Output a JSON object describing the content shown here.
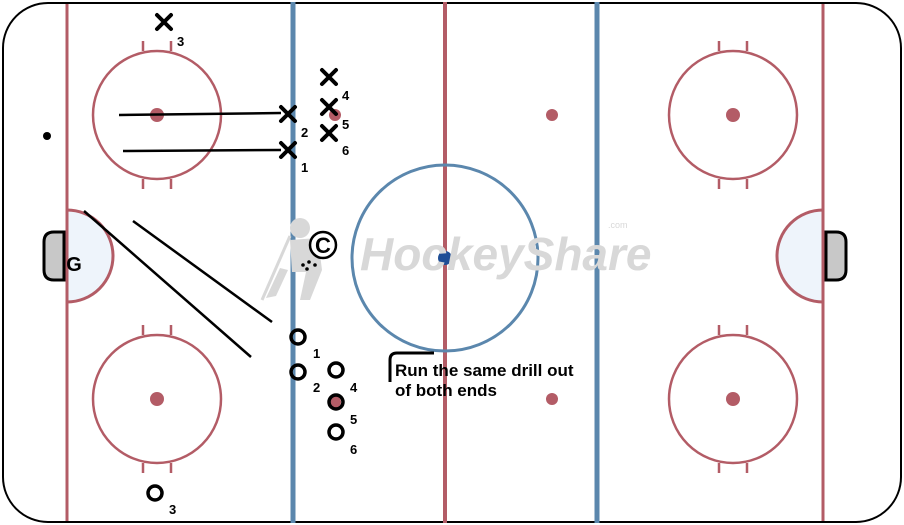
{
  "rink": {
    "board_color": "#000000",
    "red_line_color": "#b35c66",
    "blue_line_color": "#5b87ad",
    "crease_fill": "#eef4fb",
    "net_fill": "#c8c8c8",
    "center_dot_color": "#1f4e96"
  },
  "goalie_label": "G",
  "watermark": {
    "brand": "HockeyShare",
    "suffix": ".com",
    "coach_symbol": "C"
  },
  "note": {
    "line1": "Run the same drill out",
    "line2": "of both ends"
  },
  "players_x": [
    {
      "label": "3"
    },
    {
      "label": "4"
    },
    {
      "label": "5"
    },
    {
      "label": "6"
    },
    {
      "label": "2"
    },
    {
      "label": "1"
    }
  ],
  "players_o": [
    {
      "label": "1"
    },
    {
      "label": "2"
    },
    {
      "label": "4"
    },
    {
      "label": "5"
    },
    {
      "label": "6"
    },
    {
      "label": "3"
    }
  ]
}
